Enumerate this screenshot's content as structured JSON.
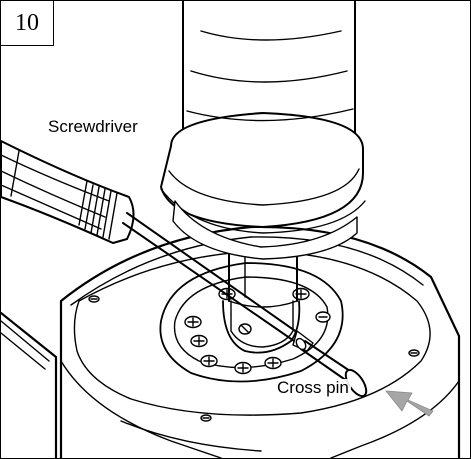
{
  "step_number": "10",
  "labels": {
    "screwdriver": "Screwdriver",
    "cross_pin": "Cross pin"
  },
  "colors": {
    "line": "#000000",
    "background": "#ffffff",
    "arrow": "#a6a6a6",
    "shade": "#e9e9e9"
  }
}
